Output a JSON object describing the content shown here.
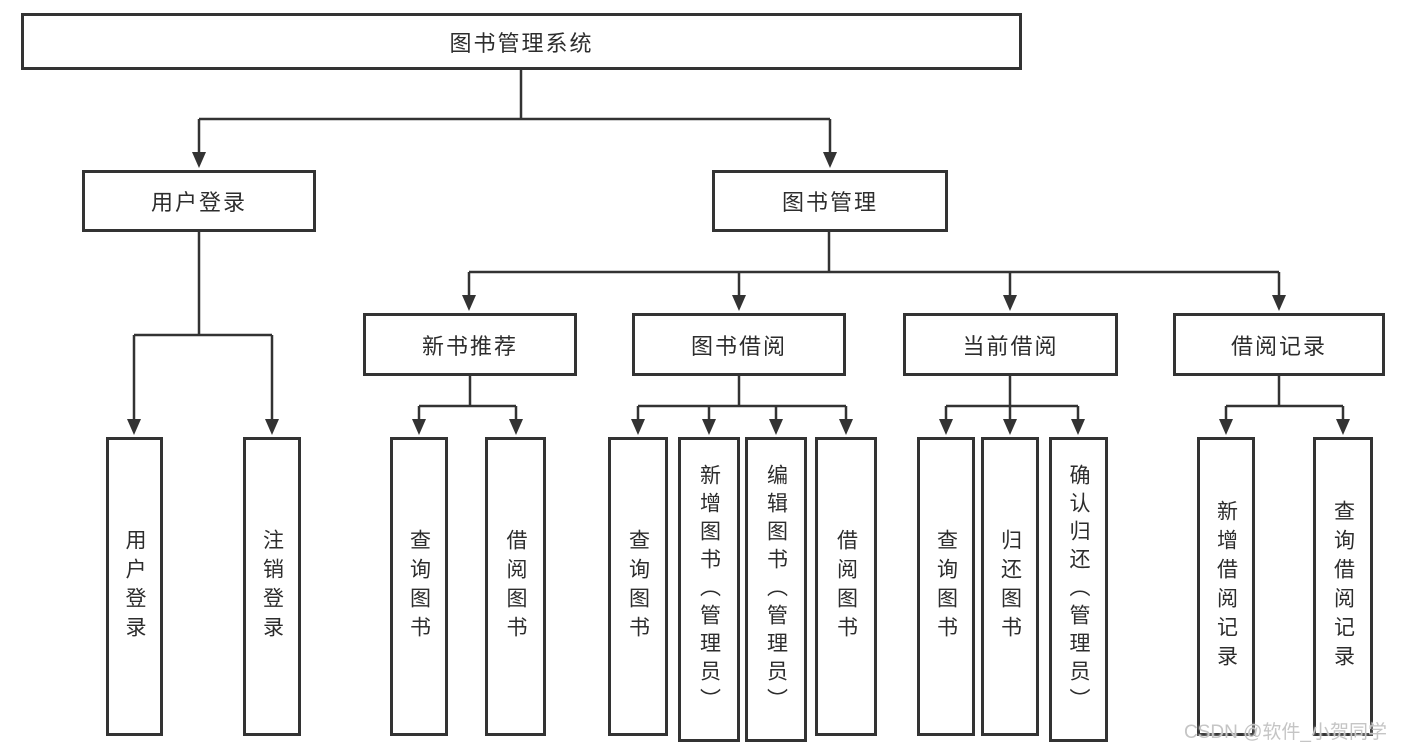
{
  "tree": {
    "label": "图书管理系统",
    "children": [
      {
        "label": "用户登录",
        "children": [
          {
            "label": "用户登录"
          },
          {
            "label": "注销登录"
          }
        ]
      },
      {
        "label": "图书管理",
        "children": [
          {
            "label": "新书推荐",
            "children": [
              {
                "label": "查询图书"
              },
              {
                "label": "借阅图书"
              }
            ]
          },
          {
            "label": "图书借阅",
            "children": [
              {
                "label": "查询图书"
              },
              {
                "label": "新增图书（管理员）"
              },
              {
                "label": "编辑图书（管理员）"
              },
              {
                "label": "借阅图书"
              }
            ]
          },
          {
            "label": "当前借阅",
            "children": [
              {
                "label": "查询图书"
              },
              {
                "label": "归还图书"
              },
              {
                "label": "确认归还（管理员）"
              }
            ]
          },
          {
            "label": "借阅记录",
            "children": [
              {
                "label": "新增借阅记录"
              },
              {
                "label": "查询借阅记录"
              }
            ]
          }
        ]
      }
    ]
  },
  "watermark": {
    "text": "CSDN @软件_小贺同学"
  },
  "colors": {
    "line": "#333333",
    "box_border": "#333333",
    "text": "#2d2d2d",
    "watermark": "#c5c5c5",
    "background": "#ffffff"
  }
}
